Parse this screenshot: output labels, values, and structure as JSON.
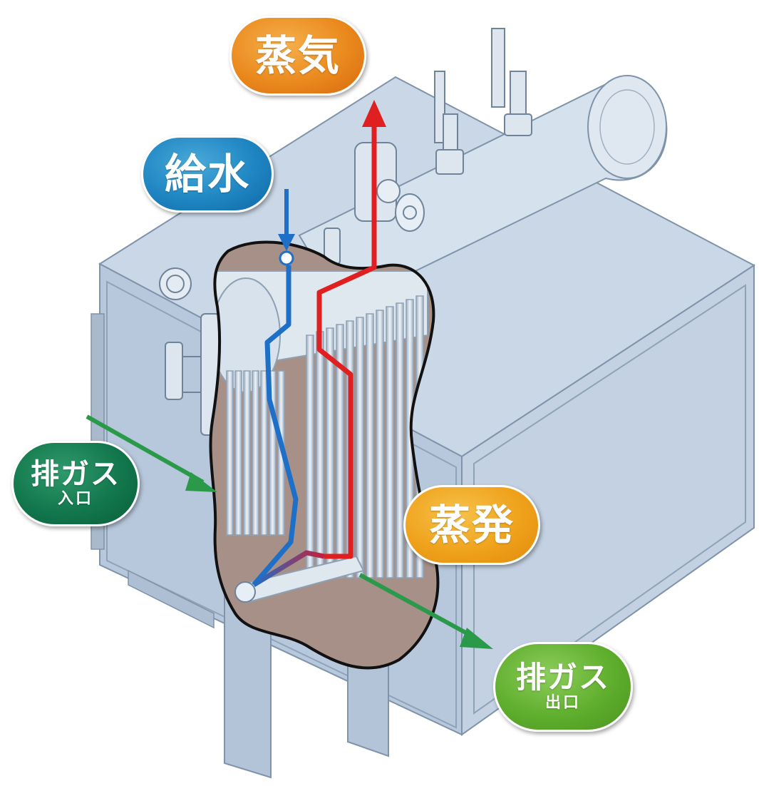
{
  "labels": {
    "steam": "蒸気",
    "feedwater": "給水",
    "exhaust_inlet": {
      "main": "排ガス",
      "sub": "入口"
    },
    "evaporation": "蒸発",
    "exhaust_outlet": {
      "main": "排ガス",
      "sub": "出口"
    }
  },
  "colors": {
    "steam_flow": "#e02020",
    "feedwater_flow": "#1e6fc8",
    "exhaust_flow": "#2a9a4a",
    "housing": "#b9c9dd",
    "cutaway_interior": "#a79088"
  }
}
